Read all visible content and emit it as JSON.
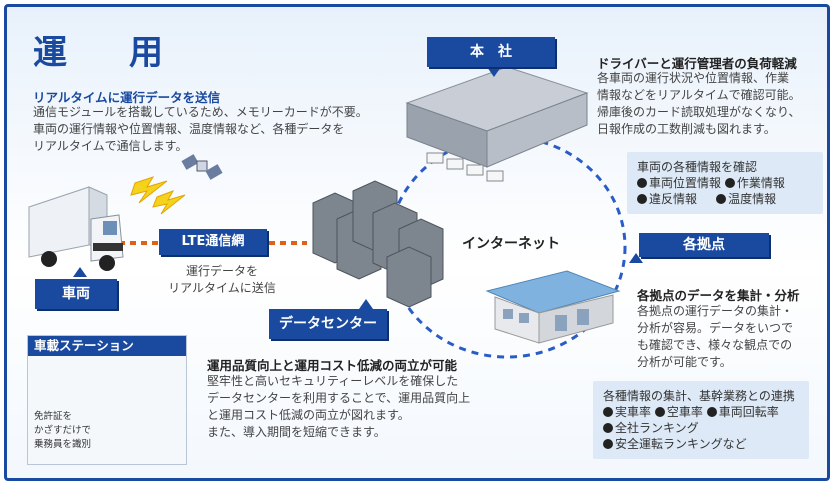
{
  "title": "運　用",
  "realtime": {
    "heading": "リアルタイムに運行データを送信",
    "body": "通信モジュールを搭載しているため、メモリーカードが不要。\n車両の運行情報や位置情報、温度情報など、各種データを\nリアルタイムで通信します。"
  },
  "labels": {
    "honsha": "本　社",
    "lte": "LTE通信網",
    "sharyo": "車両",
    "datacenter": "データセンター",
    "kakukyoten": "各拠点",
    "internet": "インターネット",
    "transmit": "運行データを\nリアルタイムに送信"
  },
  "driver": {
    "heading": "ドライバーと運行管理者の負荷軽減",
    "body": "各車両の運行状況や位置情報、作業\n情報などをリアルタイムで確認可能。\n帰庫後のカード読取処理がなくなり、\n日報作成の工数削減も図れます。"
  },
  "vehicle_info": {
    "title": "車両の各種情報を確認",
    "items": [
      "車両位置情報",
      "作業情報",
      "違反情報",
      "温度情報"
    ]
  },
  "kyoten": {
    "heading": "各拠点のデータを集計・分析",
    "body": "各拠点の運行データの集計・\n分析が容易。データをいつで\nも確認でき、様々な観点での\n分析が可能です。"
  },
  "quality": {
    "heading": "運用品質向上と運用コスト低減の両立が可能",
    "body": "堅牢性と高いセキュリティーレベルを確保した\nデータセンターを利用することで、運用品質向上\nと運用コスト低減の両立が図れます。\nまた、導入期間を短縮できます。"
  },
  "station": {
    "title": "車載ステーション",
    "caption": "免許証を\nかざすだけで\n乗務員を識別"
  },
  "aggregate": {
    "title": "各種情報の集計、基幹業務との連携",
    "items": [
      "実車率",
      "空車率",
      "車両回転率",
      "全社ランキング",
      "安全運転ランキングなど"
    ]
  },
  "colors": {
    "accent": "#1a4aa0",
    "link": "#e0601a",
    "dashed": "#2a5cc8"
  }
}
